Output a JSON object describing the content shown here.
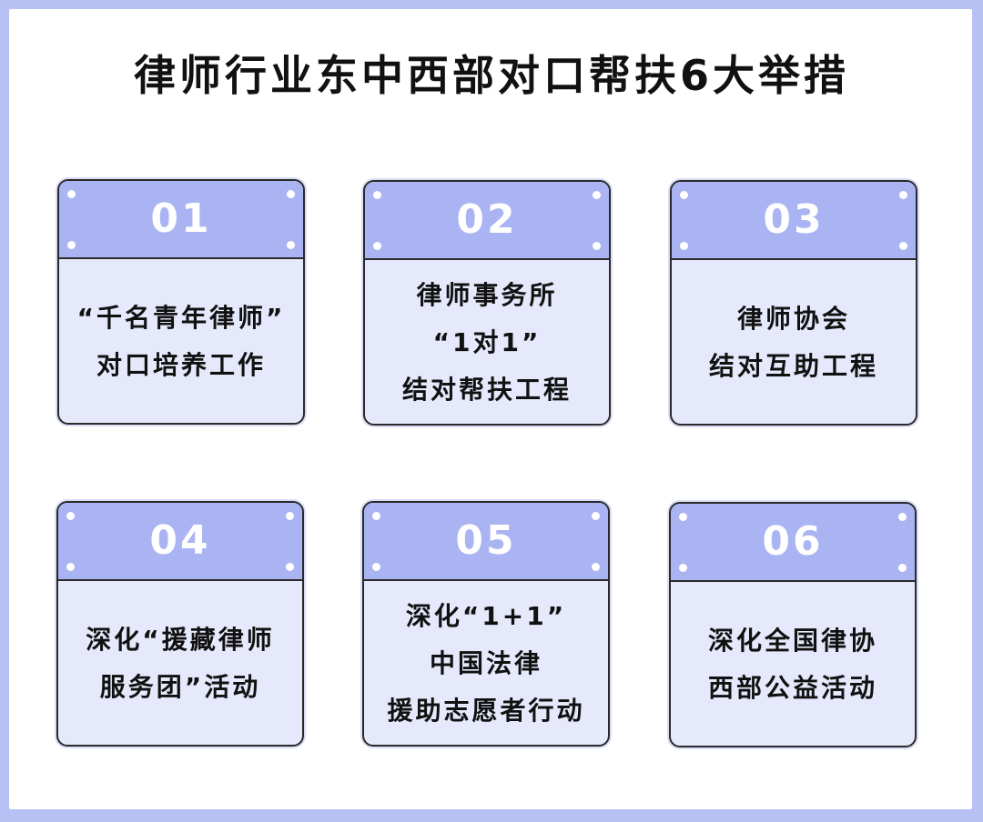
{
  "title": "律师行业东中西部对口帮扶6大举措",
  "colors": {
    "border_blue": "#b8c1f4",
    "header_blue": "#aab4f2",
    "card_body": "#e6e9fb",
    "outline": "#2a2a2a"
  },
  "cards": [
    {
      "num": "01",
      "lines": [
        "“千名青年律师”",
        "对口培养工作"
      ]
    },
    {
      "num": "02",
      "lines": [
        "律师事务所",
        "“1对1”",
        "结对帮扶工程"
      ]
    },
    {
      "num": "03",
      "lines": [
        "律师协会",
        "结对互助工程"
      ]
    },
    {
      "num": "04",
      "lines": [
        "深化“援藏律师",
        "服务团”活动"
      ]
    },
    {
      "num": "05",
      "lines": [
        "深化“1+1”",
        "中国法律",
        "援助志愿者行动"
      ]
    },
    {
      "num": "06",
      "lines": [
        "深化全国律协",
        "西部公益活动"
      ]
    }
  ]
}
